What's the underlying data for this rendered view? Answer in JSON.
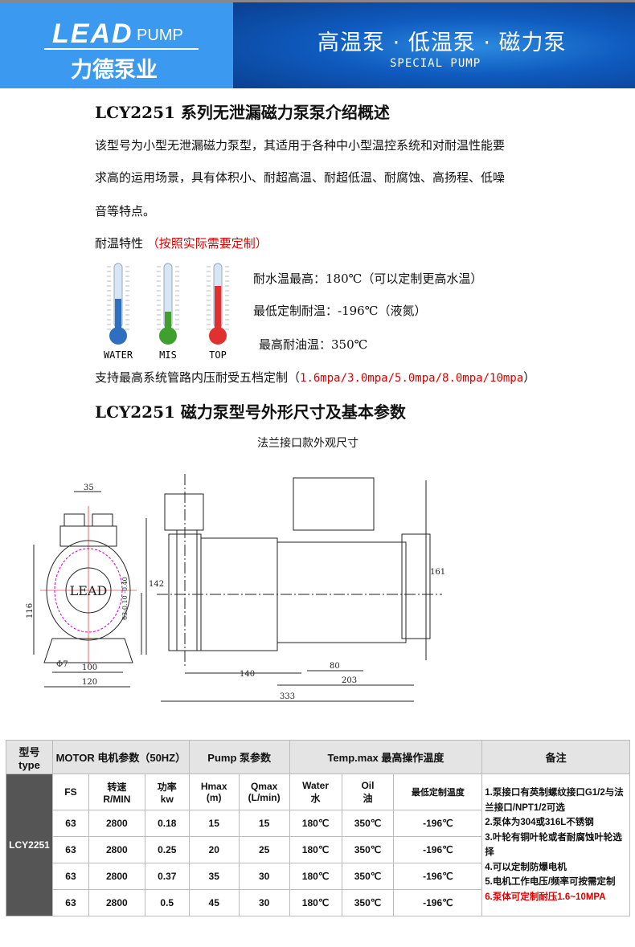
{
  "header": {
    "logo_text": "LEAD",
    "logo_pump": "PUMP",
    "logo_cn": "力德泵业",
    "banner_cn": "高温泵 · 低温泵 · 磁力泵",
    "banner_en": "SPECIAL PUMP"
  },
  "intro": {
    "title": "LCY2251 系列无泄漏磁力泵泵介绍概述",
    "lines": [
      "该型号为小型无泄漏磁力泵型，其适用于各种中小型温控系统和对耐温性能要",
      "求高的运用场景，具有体积小、耐超高温、耐超低温、耐腐蚀、高扬程、低噪",
      "音等特点。"
    ]
  },
  "temp": {
    "label": "耐温特性 ",
    "label_note": "（按照实际需要定制）",
    "thermometers": [
      {
        "label": "WATER",
        "color": "#2f6fc0",
        "level": 0.45
      },
      {
        "label": "MIS",
        "color": "#3fa030",
        "level": 0.25
      },
      {
        "label": "TOP",
        "color": "#e03030",
        "level": 0.65
      }
    ],
    "specs": [
      "耐水温最高：180℃（可以定制更高水温）",
      "最低定制耐温：-196℃（液氮）",
      "最高耐油温：350℃"
    ],
    "pressure_label": "支持最高系统管路内压耐受五档定制（",
    "pressure_values": "1.6mpa/3.0mpa/5.0mpa/8.0mpa/10mpa",
    "pressure_end": "）"
  },
  "dims": {
    "title": "LCY2251 磁力泵型号外形尺寸及基本参数",
    "subtitle": "法兰接口款外观尺寸",
    "drawing_logo": "LEAD",
    "labels": {
      "d35": "35",
      "d116": "116",
      "d142": "142",
      "d63": "63-0.10 -0.40",
      "phi7": "Φ7",
      "d100": "100",
      "d120": "120",
      "d140": "140",
      "d80": "80",
      "d203": "203",
      "d333": "333",
      "d161": "161"
    }
  },
  "table": {
    "headers": [
      "型号\ntype",
      "MOTOR 电机参数（50HZ）",
      "Pump 泵参数",
      "Temp.max 最高操作温度",
      "备注"
    ],
    "subheaders": [
      "FS",
      "转速\nR/MIN",
      "功率\nkw",
      "Hmax\n(m)",
      "Qmax\n(L/min)",
      "Water\n水",
      "Oil\n油",
      "最低定制温度"
    ],
    "model": "LCY2251",
    "rows": [
      [
        "63",
        "2800",
        "0.18",
        "15",
        "15",
        "180℃",
        "350℃",
        "-196℃"
      ],
      [
        "63",
        "2800",
        "0.25",
        "20",
        "25",
        "180℃",
        "350℃",
        "-196℃"
      ],
      [
        "63",
        "2800",
        "0.37",
        "35",
        "30",
        "180℃",
        "350℃",
        "-196℃"
      ],
      [
        "63",
        "2800",
        "0.5",
        "45",
        "30",
        "180℃",
        "350℃",
        "-196℃"
      ]
    ],
    "notes": [
      "1.泵接口有英制螺纹接口G1/2与法兰接口/NPT1/2可选",
      "2.泵体为304或316L不锈钢",
      "3.叶轮有铜叶轮或者耐腐蚀叶轮选择",
      "4.可以定制防爆电机",
      "5.电机工作电压/频率可按需定制"
    ],
    "note_red": "6.泵体可定制耐压1.6~10MPA"
  }
}
